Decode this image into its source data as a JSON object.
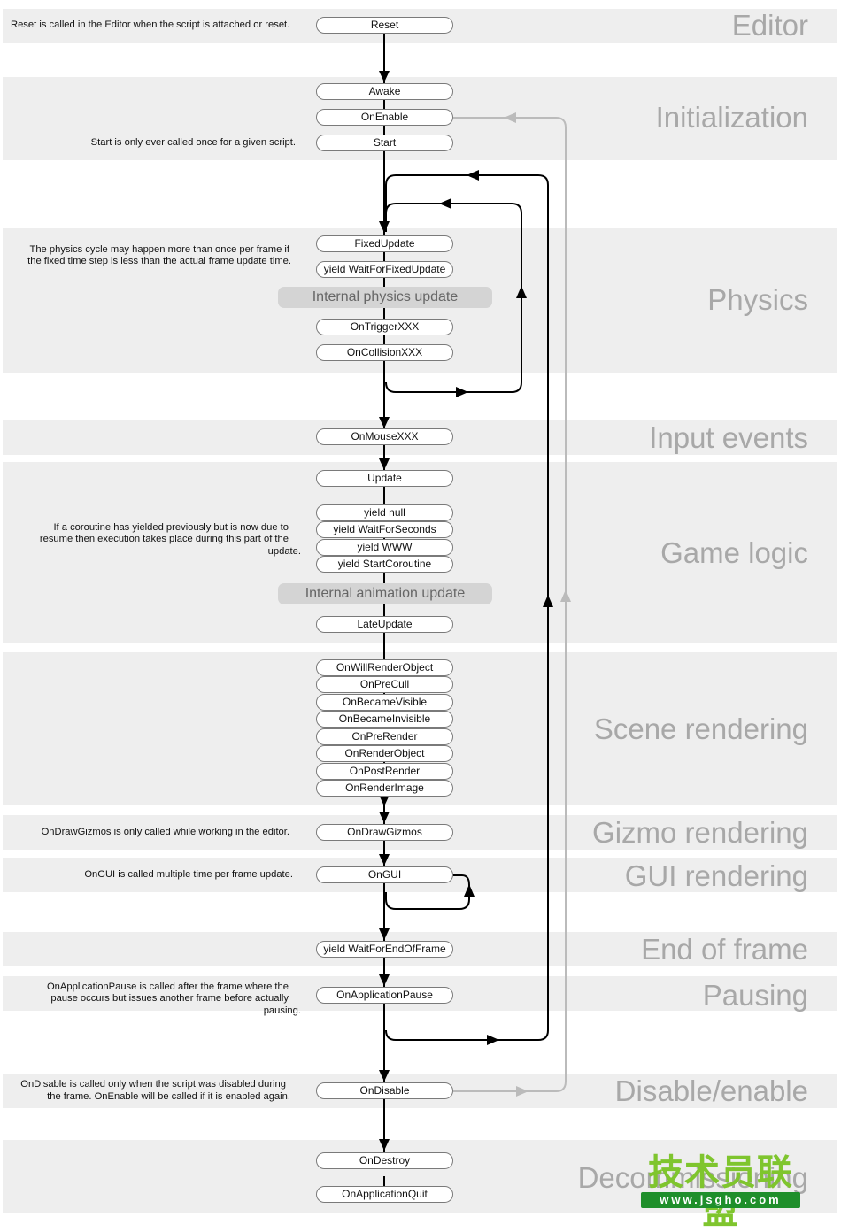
{
  "sections": [
    {
      "id": "editor",
      "title": "Editor"
    },
    {
      "id": "initialization",
      "title": "Initialization"
    },
    {
      "id": "physics",
      "title": "Physics"
    },
    {
      "id": "input",
      "title": "Input events"
    },
    {
      "id": "gamelogic",
      "title": "Game logic"
    },
    {
      "id": "scene",
      "title": "Scene rendering"
    },
    {
      "id": "gizmo",
      "title": "Gizmo rendering"
    },
    {
      "id": "gui",
      "title": "GUI rendering"
    },
    {
      "id": "endframe",
      "title": "End of frame"
    },
    {
      "id": "pausing",
      "title": "Pausing"
    },
    {
      "id": "disable",
      "title": "Disable/enable"
    },
    {
      "id": "decommission",
      "title": "Decommissioning"
    }
  ],
  "nodes": [
    "Reset",
    "Awake",
    "OnEnable",
    "Start",
    "FixedUpdate",
    "yield WaitForFixedUpdate",
    "OnTriggerXXX",
    "OnCollisionXXX",
    "OnMouseXXX",
    "Update",
    "yield null",
    "yield WaitForSeconds",
    "yield WWW",
    "yield StartCoroutine",
    "LateUpdate",
    "OnWillRenderObject",
    "OnPreCull",
    "OnBecameVisible",
    "OnBecameInvisible",
    "OnPreRender",
    "OnRenderObject",
    "OnPostRender",
    "OnRenderImage",
    "OnDrawGizmos",
    "OnGUI",
    "yield WaitForEndOfFrame",
    "OnApplicationPause",
    "OnDisable",
    "OnDestroy",
    "OnApplicationQuit"
  ],
  "internal": [
    "Internal physics update",
    "Internal animation update"
  ],
  "notes": {
    "reset": "Reset is called in the Editor when the script is attached or reset.",
    "start": "Start is only ever called once for a given script.",
    "physics_1": "The physics cycle may happen more than once per frame if",
    "physics_2": "the fixed time step is less than the actual frame update time.",
    "coroutine_1": "If a coroutine has yielded previously but is now due to",
    "coroutine_2": "resume then execution takes place during this part of the",
    "coroutine_3": "update.",
    "gizmos": "OnDrawGizmos is only called while working in the editor.",
    "gui": "OnGUI is called multiple time per frame update.",
    "pause_1": "OnApplicationPause is called after the frame where the",
    "pause_2": "pause occurs but issues another frame before actually",
    "pause_3": "pausing.",
    "disable_1": "OnDisable is called only when the script was disabled during",
    "disable_2": "the frame. OnEnable will be called if it is enabled again."
  },
  "watermark": {
    "cn": "技术员联盟",
    "url": "www.jsgho.com"
  },
  "colors": {
    "band": "#eeeeee",
    "title": "#a8a8a8",
    "arrow": "#000000",
    "enable_loop": "#bbbbbb",
    "watermark_green": "#7fc52e"
  }
}
